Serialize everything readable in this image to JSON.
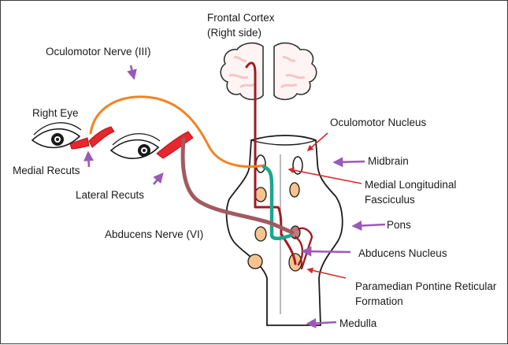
{
  "labels": {
    "frontal_cortex_line1": "Frontal Cortex",
    "frontal_cortex_line2": "(Right side)",
    "oculomotor_nerve": "Oculomotor Nerve (III)",
    "right_eye": "Right Eye",
    "medial_rectus": "Medial Recuts",
    "lateral_rectus": "Lateral Recuts",
    "oculomotor_nucleus": "Oculomotor Nucleus",
    "midbrain": "Midbrain",
    "mlf_line1": "Medial Longitudinal",
    "mlf_line2": "Fasciculus",
    "pons": "Pons",
    "abducens_nerve": "Abducens Nerve (VI)",
    "abducens_nucleus": "Abducens Nucleus",
    "pprf_line1": "Paramedian Pontine Reticular",
    "pprf_line2": "Formation",
    "medulla": "Medulla"
  },
  "colors": {
    "oculomotor_nerve": "#f58220",
    "cortical_pathway": "#9e1c22",
    "mlf": "#1aa78e",
    "abducens_nerve": "#a15a60",
    "muscle": "#e8262d",
    "nucleus_fill": "#f7c48f",
    "abducens_nucleus_fill": "#c07a7a",
    "label_arrow": "#9b59b6",
    "pointer_arrow": "#d42a2a",
    "cortex_outline": "#333333",
    "cortex_fill": "#fde4e4"
  }
}
